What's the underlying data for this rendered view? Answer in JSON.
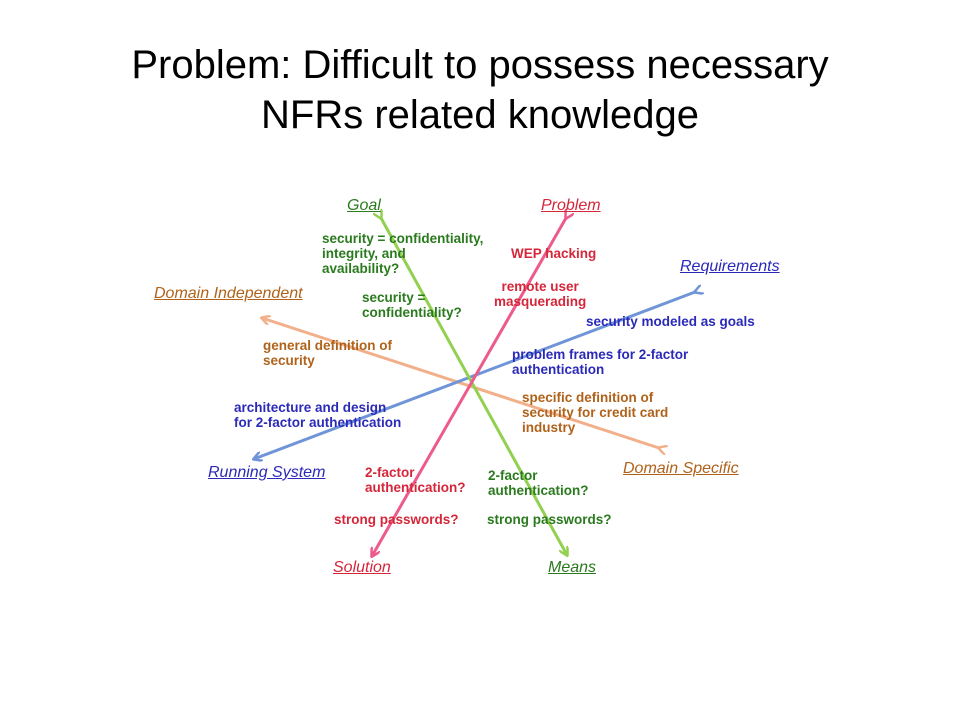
{
  "title_line1": "Problem: Difficult to possess necessary",
  "title_line2": "NFRs related knowledge",
  "colors": {
    "goal_means_axis": "#92d050",
    "problem_solution_axis": "#ec5b8a",
    "requirements_running_axis": "#6f95d8",
    "independent_specific_axis": "#f2b08a",
    "green_text": "#2a7a1e",
    "red_text": "#d5263a",
    "blue_text": "#2b2ab8",
    "orange_text": "#b0621a"
  },
  "axis_labels": {
    "goal": "Goal",
    "means": "Means",
    "problem": "Problem",
    "solution": "Solution",
    "requirements": "Requirements",
    "running_system": "Running System",
    "domain_independent": "Domain Independent",
    "domain_specific": "Domain Specific"
  },
  "notes": {
    "goal_security_full": [
      "security = confidentiality,",
      "integrity, and",
      "availability?"
    ],
    "goal_security_conf": [
      "security =",
      "confidentiality?"
    ],
    "wep_hacking": [
      "WEP hacking"
    ],
    "remote_user": [
      "remote user",
      "masquerading"
    ],
    "security_goals": [
      "security modeled as goals"
    ],
    "problem_frames": [
      "problem frames for 2-factor",
      "authentication"
    ],
    "general_definition": [
      "general definition of",
      "security"
    ],
    "specific_definition": [
      "specific definition of",
      "security for credit card",
      "industry"
    ],
    "architecture": [
      "architecture and design",
      "for 2-factor authentication"
    ],
    "solution_2factor": [
      "2-factor",
      "authentication?"
    ],
    "means_2factor": [
      "2-factor",
      "authentication?"
    ],
    "solution_passwords": [
      "strong passwords?"
    ],
    "means_passwords": [
      "strong passwords?"
    ]
  }
}
